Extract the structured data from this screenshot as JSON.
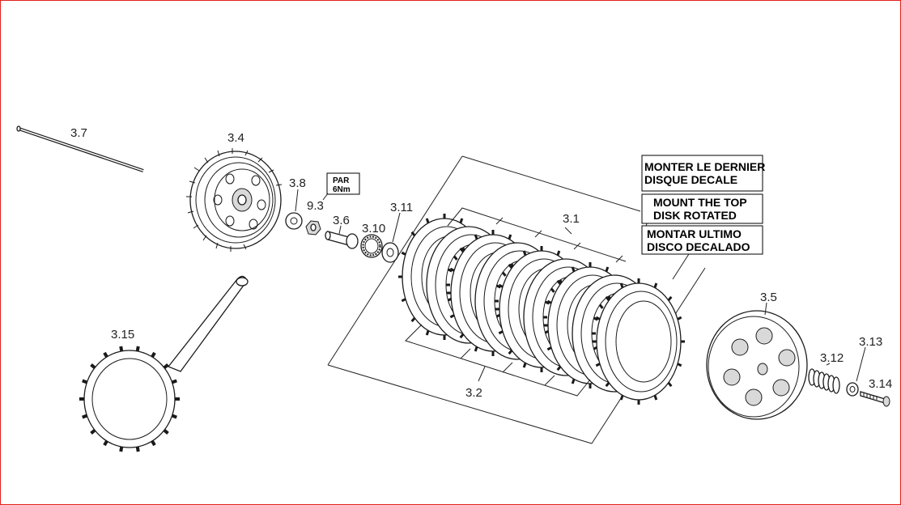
{
  "labels": {
    "p3_7": "3.7",
    "p3_4": "3.4",
    "p3_8": "3.8",
    "p9_3": "9.3",
    "p3_6": "3.6",
    "p3_10": "3.10",
    "p3_11": "3.11",
    "p3_1": "3.1",
    "p3_2": "3.2",
    "p3_5": "3.5",
    "p3_12": "3.12",
    "p3_13": "3.13",
    "p3_14": "3.14",
    "p3_15": "3.15"
  },
  "torque_tag": {
    "line1": "PAR",
    "line2": "6Nm"
  },
  "notes": {
    "fr_line1": "MONTER LE DERNIER",
    "fr_line2": "DISQUE DECALE",
    "en_line1": "MOUNT THE TOP",
    "en_line2": "DISK ROTATED",
    "es_line1": "MONTAR ULTIMO",
    "es_line2": "DISCO DECALADO"
  },
  "colors": {
    "border": "#e0201c",
    "ink": "#1a1a1a"
  }
}
